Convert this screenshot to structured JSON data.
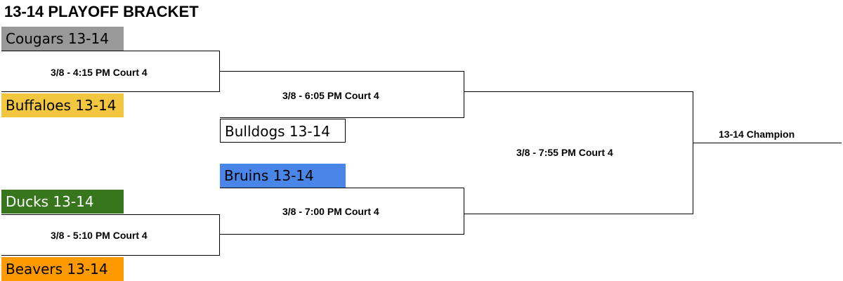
{
  "title": "13-14 PLAYOFF BRACKET",
  "colors": {
    "cougars": "#999999",
    "buffaloes": "#F2C63E",
    "bulldogs": "#FFFFFF",
    "bruins": "#4A86E8",
    "ducks": "#38761D",
    "beavers": "#FF9900",
    "lines": "#000000"
  },
  "teams": {
    "cougars": "Cougars 13-14",
    "buffaloes": "Buffaloes 13-14",
    "bulldogs": "Bulldogs 13-14",
    "bruins": "Bruins 13-14",
    "ducks": "Ducks 13-14",
    "beavers": "Beavers 13-14"
  },
  "games": {
    "r1_top": "3/8 - 4:15 PM Court 4",
    "r1_bottom": "3/8 - 5:10 PM Court 4",
    "semi_top": "3/8 - 6:05 PM Court 4",
    "semi_bottom": "3/8 - 7:00 PM Court 4",
    "final": "3/8 - 7:55 PM Court 4"
  },
  "champion": "13-14 Champion"
}
